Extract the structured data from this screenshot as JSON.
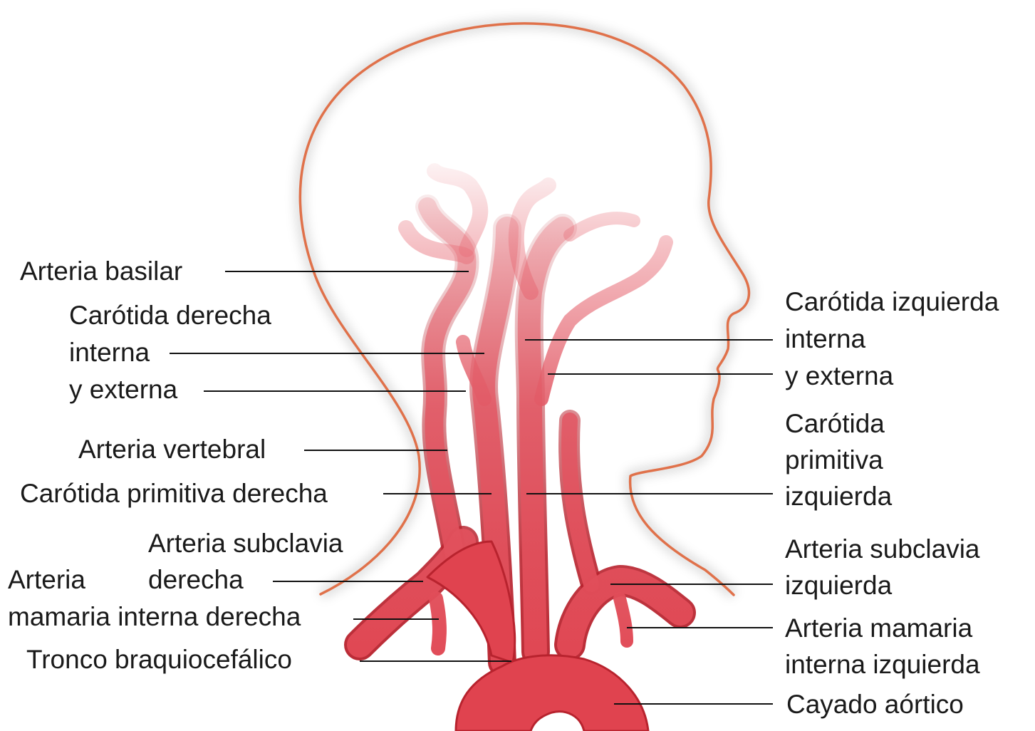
{
  "colors": {
    "head_outline": "#e0714a",
    "artery": "#e0434f",
    "artery_dark": "#b8232e",
    "leader_line": "#111111",
    "text": "#1a1a1a"
  },
  "labels": {
    "arteria_basilar": "Arteria basilar",
    "carotida_derecha_1": "Carótida derecha",
    "carotida_derecha_2": "interna",
    "carotida_derecha_3": "y externa",
    "arteria_vertebral": "Arteria vertebral",
    "carotida_primitiva_derecha": "Carótida primitiva derecha",
    "subclavia_derecha_1": "Arteria subclavia",
    "subclavia_derecha_2": "derecha",
    "mamaria_derecha_1": "Arteria",
    "mamaria_derecha_2": "mamaria interna derecha",
    "tronco": "Tronco braquiocefálico",
    "carotida_izquierda_1": "Carótida izquierda",
    "carotida_izquierda_2": "interna",
    "carotida_izquierda_3": "y externa",
    "primitiva_izquierda_1": "Carótida",
    "primitiva_izquierda_2": "primitiva",
    "primitiva_izquierda_3": "izquierda",
    "subclavia_izquierda_1": "Arteria subclavia",
    "subclavia_izquierda_2": "izquierda",
    "mamaria_izquierda_1": "Arteria mamaria",
    "mamaria_izquierda_2": "interna izquierda",
    "cayado": "Cayado aórtico"
  }
}
